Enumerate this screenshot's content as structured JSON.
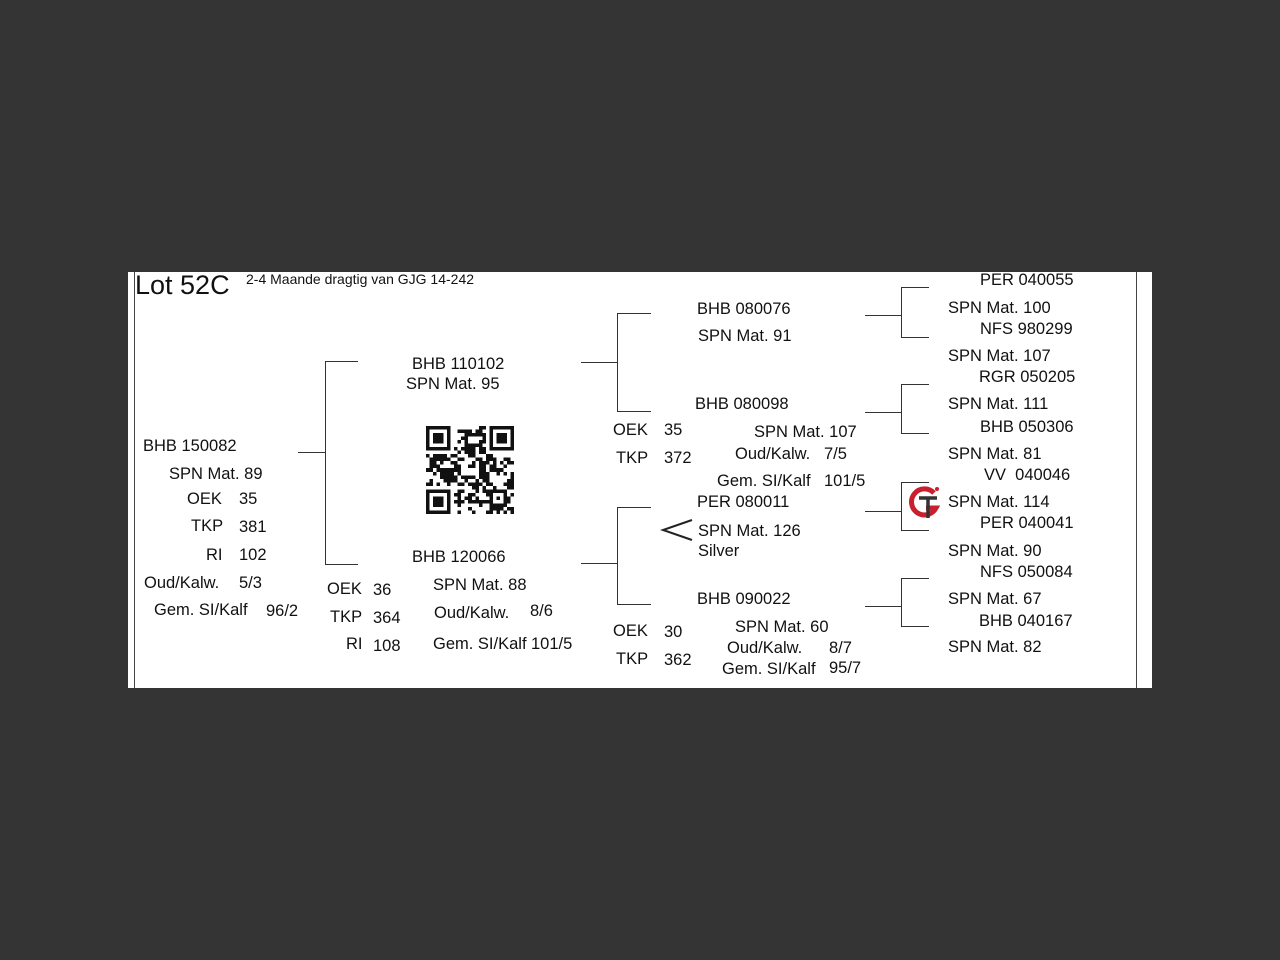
{
  "header": {
    "lot": "Lot 52C",
    "note": "2-4 Maande dragtig van GJG 14-242"
  },
  "animal": {
    "id": "BHB 150082",
    "spn": "SPN Mat. 89",
    "stats": [
      {
        "label": "OEK",
        "value": "35"
      },
      {
        "label": "TKP",
        "value": "381"
      },
      {
        "label": "RI",
        "value": "102"
      },
      {
        "label": "Oud/Kalw.",
        "value": "5/3"
      },
      {
        "label": "Gem. SI/Kalf",
        "value": "96/2"
      }
    ]
  },
  "sire": {
    "id": "BHB 110102",
    "spn": "SPN Mat. 95"
  },
  "dam": {
    "id": "BHB 120066",
    "spn": "SPN Mat. 88",
    "stats": [
      {
        "label": "OEK",
        "value": "36"
      },
      {
        "label": "TKP",
        "value": "364"
      },
      {
        "label": "RI",
        "value": "108"
      }
    ],
    "oud_label": "Oud/Kalw.",
    "oud_value": "8/6",
    "gem_label": "Gem. SI/Kalf",
    "gem_value": "101/5"
  },
  "gen3": {
    "ss": {
      "id": "BHB 080076",
      "spn": "SPN Mat. 91"
    },
    "sd": {
      "id": "BHB 080098",
      "spn": "SPN Mat. 107",
      "oek_label": "OEK",
      "oek": "35",
      "tkp_label": "TKP",
      "tkp": "372",
      "oud_label": "Oud/Kalw.",
      "oud": "7/5",
      "gem_label": "Gem. SI/Kalf",
      "gem": "101/5"
    },
    "ds": {
      "id": "PER 080011",
      "spn": "SPN Mat. 126",
      "extra": "Silver"
    },
    "dd": {
      "id": "BHB 090022",
      "spn": "SPN Mat. 60",
      "oek_label": "OEK",
      "oek": "30",
      "tkp_label": "TKP",
      "tkp": "362",
      "oud_label": "Oud/Kalw.",
      "oud": "8/7",
      "gem_label": "Gem. SI/Kalf",
      "gem": "95/7"
    }
  },
  "gen4": [
    "PER 040055",
    "SPN Mat. 100",
    "NFS 980299",
    "SPN Mat. 107",
    "RGR 050205",
    "SPN Mat. 111",
    "BHB 050306",
    "SPN Mat. 81",
    "VV  040046",
    "SPN Mat. 114",
    "PER 040041",
    "SPN Mat. 90",
    "NFS 050084",
    "SPN Mat. 67",
    "BHB 040167",
    "SPN Mat. 82"
  ],
  "icons": {
    "qr": "qr-code-icon",
    "logo": "gt-logo-icon",
    "chevron": "chevron-left-icon"
  },
  "colors": {
    "background": "#343434",
    "sheet": "#ffffff",
    "logo_red": "#c8202f"
  }
}
